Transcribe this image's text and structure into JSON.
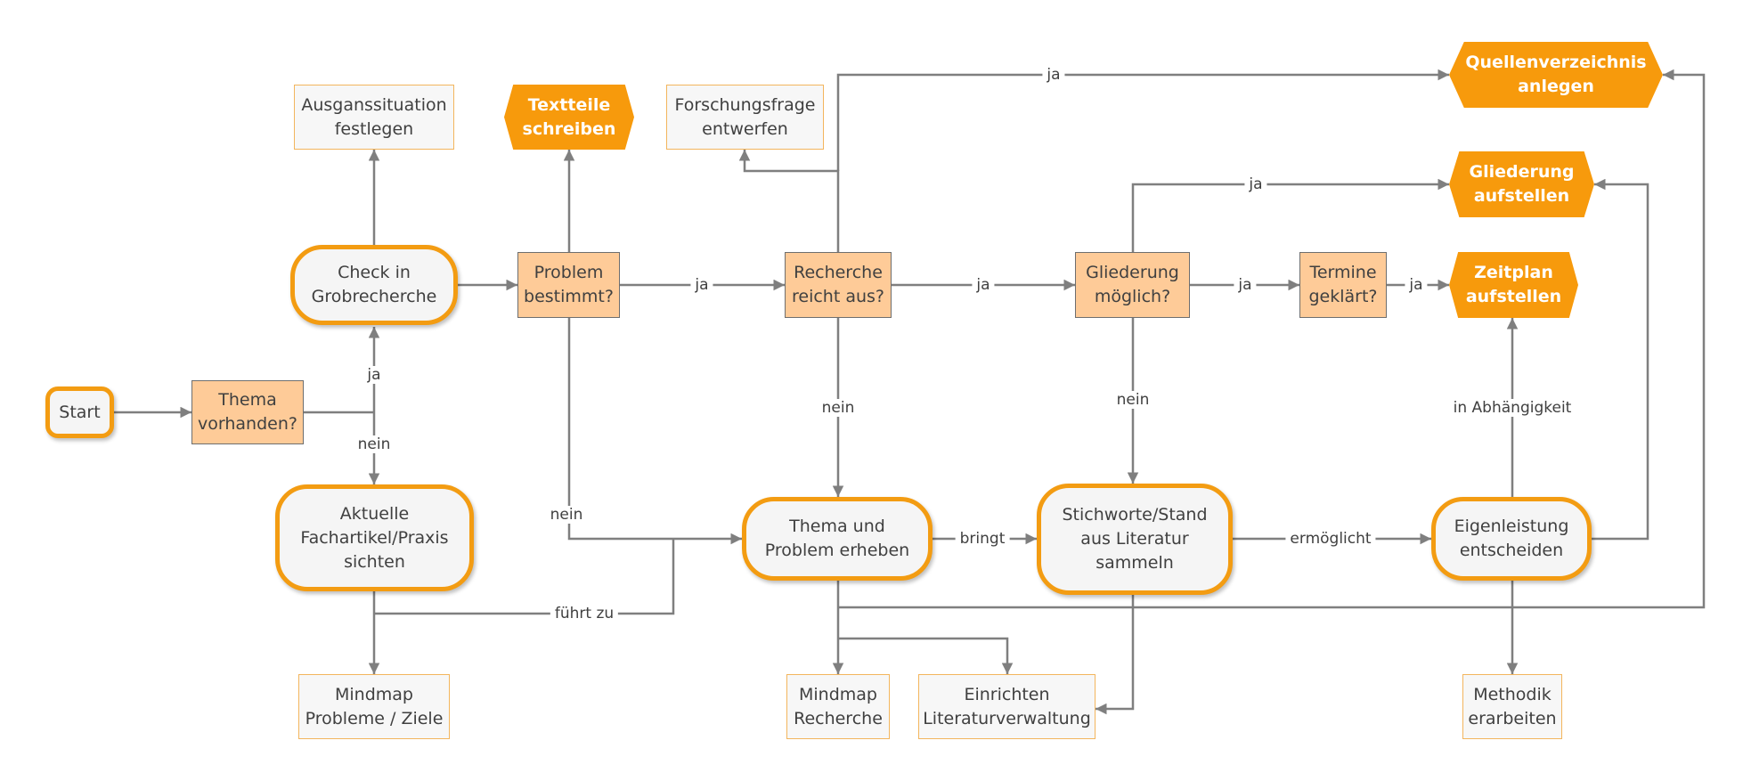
{
  "nodes": {
    "start": "Start",
    "thema_vorhanden": "Thema\nvorhanden?",
    "check_grobrecherche": "Check in\nGrobrecherche",
    "aktuelle_fachartikel": "Aktuelle\nFachartikel/Praxis\nsichten",
    "ausgangssituation": "Ausganssituation\nfestlegen",
    "mindmap_probleme": "Mindmap\nProbleme / Ziele",
    "problem_bestimmt": "Problem\nbestimmt?",
    "textteile_schreiben": "Textteile\nschreiben",
    "forschungsfrage": "Forschungsfrage\nentwerfen",
    "recherche_reicht": "Recherche\nreicht aus?",
    "thema_problem_erheben": "Thema und\nProblem erheben",
    "mindmap_recherche": "Mindmap\nRecherche",
    "einrichten_literatur": "Einrichten\nLiteraturverwaltung",
    "gliederung_moeglich": "Gliederung\nmöglich?",
    "stichworte": "Stichworte/Stand\naus Literatur\nsammeln",
    "termine_geklaert": "Termine\ngeklärt?",
    "zeitplan_aufstellen": "Zeitplan\naufstellen",
    "gliederung_aufstellen": "Gliederung\naufstellen",
    "quellenverzeichnis": "Quellenverzeichnis\nanlegen",
    "eigenleistung": "Eigenleistung\nentscheiden",
    "methodik": "Methodik\nerarbeiten"
  },
  "edge_labels": {
    "thema_ja": "ja",
    "thema_nein": "nein",
    "fuehrt_zu": "führt zu",
    "problem_ja": "ja",
    "problem_nein": "nein",
    "recherche_top_ja": "ja",
    "recherche_ja": "ja",
    "recherche_nein": "nein",
    "gliederung_top_ja": "ja",
    "gliederung_ja": "ja",
    "gliederung_nein": "nein",
    "termine_ja": "ja",
    "bringt": "bringt",
    "ermoeglicht": "ermöglicht",
    "in_abhaengigkeit": "in Abhängigkeit"
  },
  "colors": {
    "accent_orange": "#f79a0c",
    "rounded_border": "#f39c12",
    "decision_fill": "#fecb98",
    "connector_gray": "#7f7f7f",
    "note_border": "#f3b55d"
  }
}
